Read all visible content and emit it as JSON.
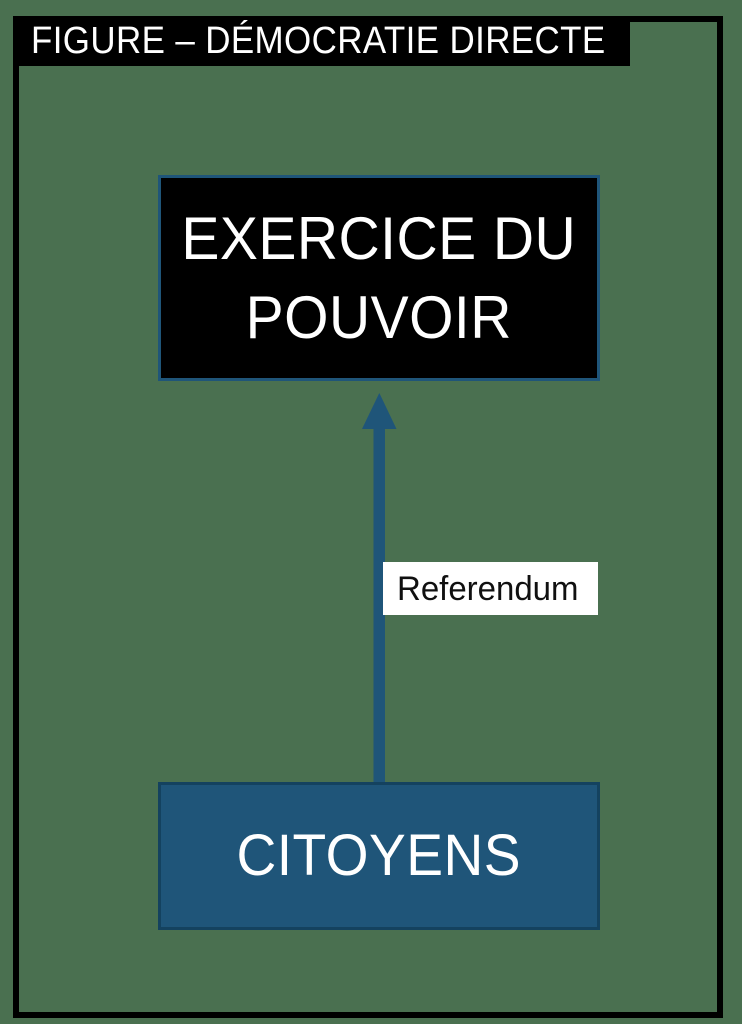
{
  "figure": {
    "title": "FIGURE – DÉMOCRATIE DIRECTE",
    "background_color": "#4A7050",
    "frame_color": "#000000",
    "accent_color": "#1F5579"
  },
  "diagram": {
    "nodes": [
      {
        "id": "power",
        "label": "EXERCICE DU\nPOUVOIR",
        "fill": "#000000",
        "border": "#1F5579",
        "text_color": "#FFFFFF"
      },
      {
        "id": "citizens",
        "label": "CITOYENS",
        "fill": "#1F5579",
        "border": "#14425F",
        "text_color": "#FFFFFF"
      }
    ],
    "edges": [
      {
        "id": "referendum",
        "from": "citizens",
        "to": "power",
        "label": "Referendum",
        "direction": "up",
        "color": "#1F5579",
        "label_background": "#FFFFFF",
        "label_text_color": "#101010"
      }
    ]
  }
}
